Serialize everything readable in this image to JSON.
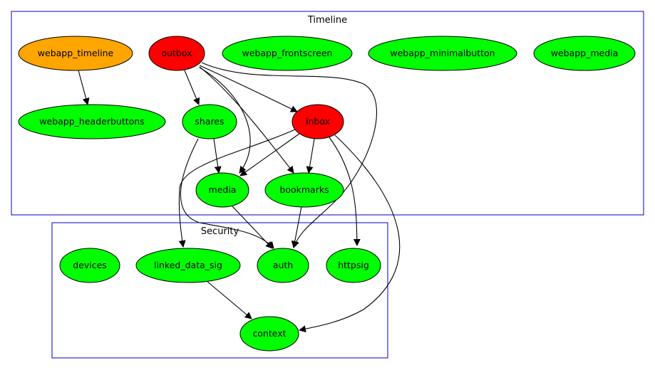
{
  "clusters": [
    {
      "id": "timeline",
      "label": "Timeline"
    },
    {
      "id": "security",
      "label": "Security"
    }
  ],
  "nodes": [
    {
      "id": "webapp_timeline",
      "label": "webapp_timeline",
      "fill": "#ffa500"
    },
    {
      "id": "outbox",
      "label": "outbox",
      "fill": "#ff0000"
    },
    {
      "id": "webapp_frontscreen",
      "label": "webapp_frontscreen",
      "fill": "#00ff00"
    },
    {
      "id": "webapp_minimalbutton",
      "label": "webapp_minimalbutton",
      "fill": "#00ff00"
    },
    {
      "id": "webapp_media",
      "label": "webapp_media",
      "fill": "#00ff00"
    },
    {
      "id": "webapp_headerbuttons",
      "label": "webapp_headerbuttons",
      "fill": "#00ff00"
    },
    {
      "id": "shares",
      "label": "shares",
      "fill": "#00ff00"
    },
    {
      "id": "inbox",
      "label": "inbox",
      "fill": "#ff0000"
    },
    {
      "id": "media",
      "label": "media",
      "fill": "#00ff00"
    },
    {
      "id": "bookmarks",
      "label": "bookmarks",
      "fill": "#00ff00"
    },
    {
      "id": "devices",
      "label": "devices",
      "fill": "#00ff00"
    },
    {
      "id": "linked_data_sig",
      "label": "linked_data_sig",
      "fill": "#00ff00"
    },
    {
      "id": "auth",
      "label": "auth",
      "fill": "#00ff00"
    },
    {
      "id": "httpsig",
      "label": "httpsig",
      "fill": "#00ff00"
    },
    {
      "id": "context",
      "label": "context",
      "fill": "#00ff00"
    }
  ],
  "edges": [
    {
      "from": "webapp_timeline",
      "to": "webapp_headerbuttons"
    },
    {
      "from": "outbox",
      "to": "shares"
    },
    {
      "from": "outbox",
      "to": "inbox"
    },
    {
      "from": "outbox",
      "to": "media"
    },
    {
      "from": "outbox",
      "to": "bookmarks"
    },
    {
      "from": "outbox",
      "to": "auth"
    },
    {
      "from": "shares",
      "to": "media"
    },
    {
      "from": "shares",
      "to": "auth"
    },
    {
      "from": "inbox",
      "to": "media"
    },
    {
      "from": "inbox",
      "to": "bookmarks"
    },
    {
      "from": "inbox",
      "to": "linked_data_sig"
    },
    {
      "from": "inbox",
      "to": "httpsig"
    },
    {
      "from": "inbox",
      "to": "context"
    },
    {
      "from": "media",
      "to": "auth"
    },
    {
      "from": "bookmarks",
      "to": "auth"
    },
    {
      "from": "linked_data_sig",
      "to": "context"
    }
  ],
  "colors": {
    "cluster_border": "#0000cc",
    "edge": "#000000",
    "text": "#000000"
  }
}
